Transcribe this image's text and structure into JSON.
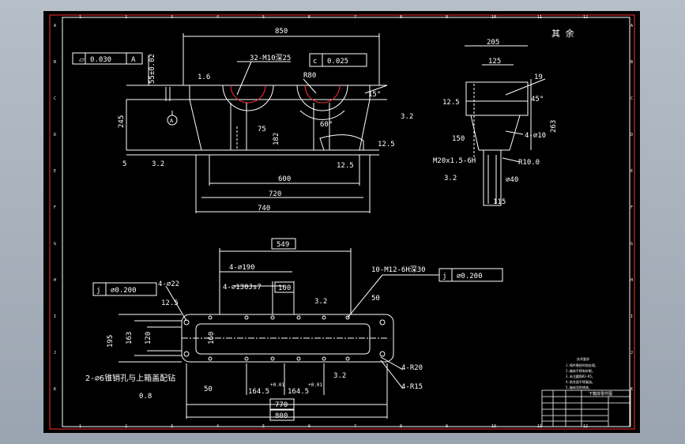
{
  "colors": {
    "background": "#000000",
    "frame": "#ff3030",
    "lines": "#ffffff",
    "cyan": "#00ffff",
    "viewport": "#a8b1bb"
  },
  "drawing": {
    "rough_mark": "其 余",
    "front_view": {
      "dim_top": "850",
      "flatness_symbol": "⏥",
      "flatness_value": "0.030",
      "flatness_datum": "A",
      "dim_height": "55±0.02",
      "thread_holes": "32-M10深25",
      "cyl_symbol": "c",
      "cyl_value": "0.025",
      "radius": "R80",
      "angle_15": "15°",
      "angle_60": "60°",
      "dim_245": "245",
      "datum_a": "A",
      "dim_75": "75",
      "dim_182": "182",
      "dim_5": "5",
      "dim_125r": "12.5",
      "dim_125b": "12.5",
      "dim_600": "600",
      "dim_720": "720",
      "dim_740": "740",
      "rough_16": "1.6",
      "rough_32a": "3.2",
      "rough_32b": "3.2"
    },
    "side_view": {
      "dim_205": "205",
      "dim_125": "125",
      "dim_19": "19",
      "dim_125l": "12.5",
      "angle_45": "45°",
      "dim_150": "150",
      "holes": "4-∅10",
      "dim_263": "263",
      "thread": "M20x1.5-6H",
      "radius": "R10.0",
      "dim_40": "∅40",
      "dim_115": "115",
      "rough_32": "3.2"
    },
    "top_view": {
      "dim_549": "549",
      "holes_190": "4-∅190",
      "holes_130": "4-∅130Js7",
      "dim_100": "100",
      "thread_holes": "10-M12-6H深30",
      "pos_symbol": "j",
      "pos_value": "∅0.200",
      "pos_symbol_l": "j",
      "pos_value_l": "∅0.200",
      "holes_22": "4-∅22",
      "rough_125": "12.5",
      "rough_32": "3.2",
      "rough_32b": "3.2",
      "dim_50r": "50",
      "dim_195": "195",
      "dim_163": "163",
      "dim_120": "120",
      "dim_160": "160",
      "r20": "4-R20",
      "r15": "4-R15",
      "pin_note": "2-∅6锥销孔与上箱盖配钻",
      "rough_08": "0.8",
      "dim_50b": "50",
      "dim_1645a": "164.5",
      "tol_a": "+0.01",
      "dim_1645b": "164.5",
      "tol_b": "+0.01",
      "dim_770": "770",
      "dim_800": "800"
    },
    "tech_notes": {
      "title": "技术要求",
      "lines": [
        "1.铸件需经时效处理。",
        "2.箱体不得有砂眼。",
        "3.未注圆角R3-R5。",
        "4.结合面不得漏油。",
        "5.箱体涂防锈漆。"
      ]
    },
    "title_block": {
      "title": "下箱体零件图"
    },
    "border_letters": [
      "A",
      "B",
      "C",
      "D",
      "E",
      "F",
      "G",
      "H",
      "I",
      "J",
      "K"
    ],
    "border_numbers": [
      "1",
      "2",
      "3",
      "4",
      "5",
      "6",
      "7",
      "8",
      "9",
      "10",
      "11",
      "12"
    ]
  }
}
